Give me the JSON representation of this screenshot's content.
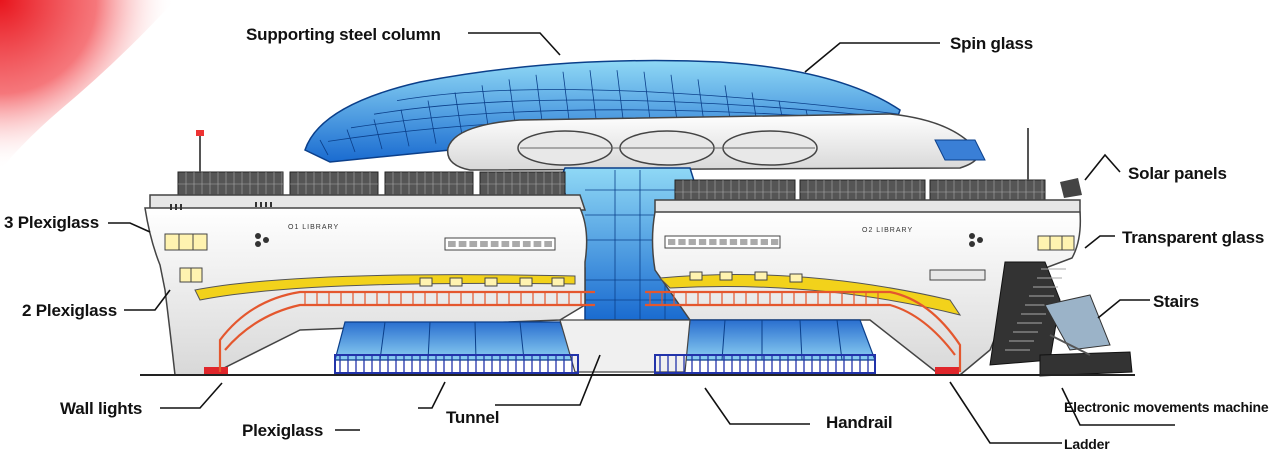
{
  "colors": {
    "glass_light": "#7fd0f0",
    "glass_dark": "#1e6fd0",
    "hull": "#f2f2f2",
    "handrail_orange": "#e4572e",
    "handrail_blue": "#2233aa",
    "stripe_yellow": "#f2d21b",
    "wall_light_red": "#e0262b",
    "corner_red": "#e8141c"
  },
  "modules": {
    "left_sign": "O1 LIBRARY",
    "right_sign": "O2 LIBRARY"
  },
  "labels": [
    {
      "id": "supporting-steel-column",
      "text": "Supporting steel column"
    },
    {
      "id": "spin-glass",
      "text": "Spin glass"
    },
    {
      "id": "solar-panels",
      "text": "Solar panels"
    },
    {
      "id": "three-plexiglass",
      "text": "3 Plexiglass"
    },
    {
      "id": "transparent-glass",
      "text": "Transparent glass"
    },
    {
      "id": "two-plexiglass",
      "text": "2 Plexiglass"
    },
    {
      "id": "stairs",
      "text": "Stairs"
    },
    {
      "id": "wall-lights",
      "text": "Wall lights"
    },
    {
      "id": "tunnel",
      "text": "Tunnel"
    },
    {
      "id": "handrail",
      "text": "Handrail"
    },
    {
      "id": "electronic-movements-machine",
      "text": "Electronic movements machine"
    },
    {
      "id": "plexiglass",
      "text": "Plexiglass"
    },
    {
      "id": "ladder",
      "text": "Ladder"
    }
  ]
}
